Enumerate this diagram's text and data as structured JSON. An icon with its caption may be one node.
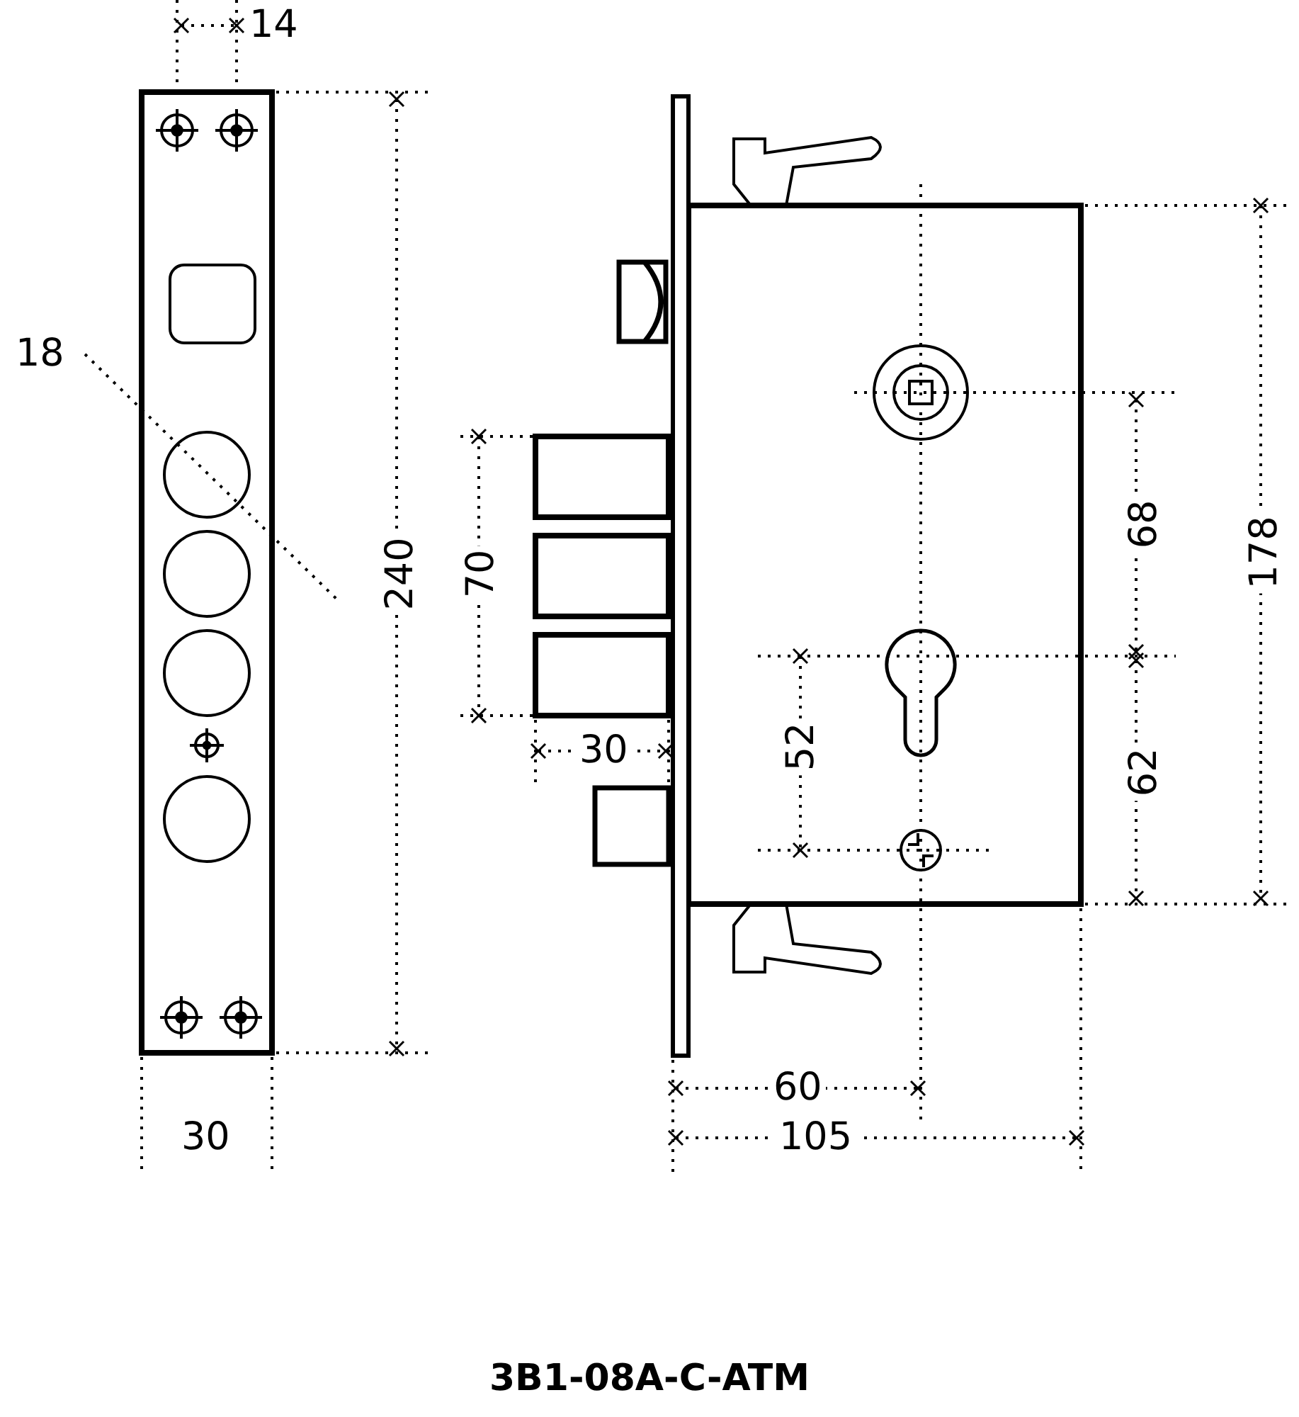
{
  "diagram": {
    "title": "3B1-08A-C-ATM",
    "labels": [
      "14",
      "18",
      "240",
      "70",
      "68",
      "178",
      "30",
      "52",
      "62",
      "60",
      "30",
      "105"
    ]
  }
}
